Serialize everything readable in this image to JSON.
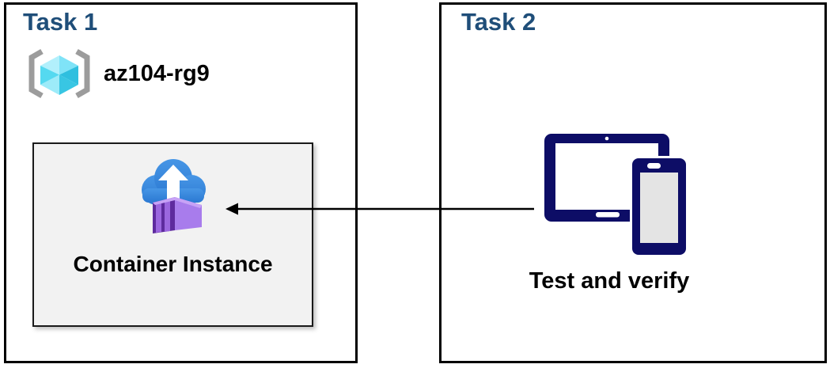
{
  "task1": {
    "title": "Task 1",
    "resource_group": {
      "name": "az104-rg9"
    },
    "container_instance": {
      "label": "Container Instance"
    }
  },
  "task2": {
    "title": "Task 2",
    "devices_caption": "Test and verify"
  },
  "connector": {
    "from": "devices",
    "to": "container-instance",
    "direction": "right-to-left"
  },
  "colors": {
    "header_blue": "#1F4E79",
    "text_black": "#000000",
    "box_border_black": "#000000",
    "inner_box_fill": "#F2F2F2",
    "white": "#FFFFFF",
    "bracket_gray": "#9C9C9C",
    "cube_face_top_left": "#B2F0FC",
    "cube_face_top_right": "#7FE3F7",
    "cube_face_right_upper": "#2FBFDF",
    "cube_face_right_lower": "#38C6E3",
    "cube_face_bottom_left": "#9DEBF9",
    "cube_face_left": "#55D9F0",
    "cloud_blue_top": "#4796E6",
    "cloud_blue_bottom": "#2B79D2",
    "container_side_purple": "#A87CEC",
    "container_end_purple": "#5E2B9E",
    "container_slat_purple": "#9B67DF",
    "container_top_purple": "#C7A2F6",
    "device_navy": "#0D0D66",
    "phone_screen_gray": "#E4E4E4",
    "connector_black": "#000000"
  }
}
